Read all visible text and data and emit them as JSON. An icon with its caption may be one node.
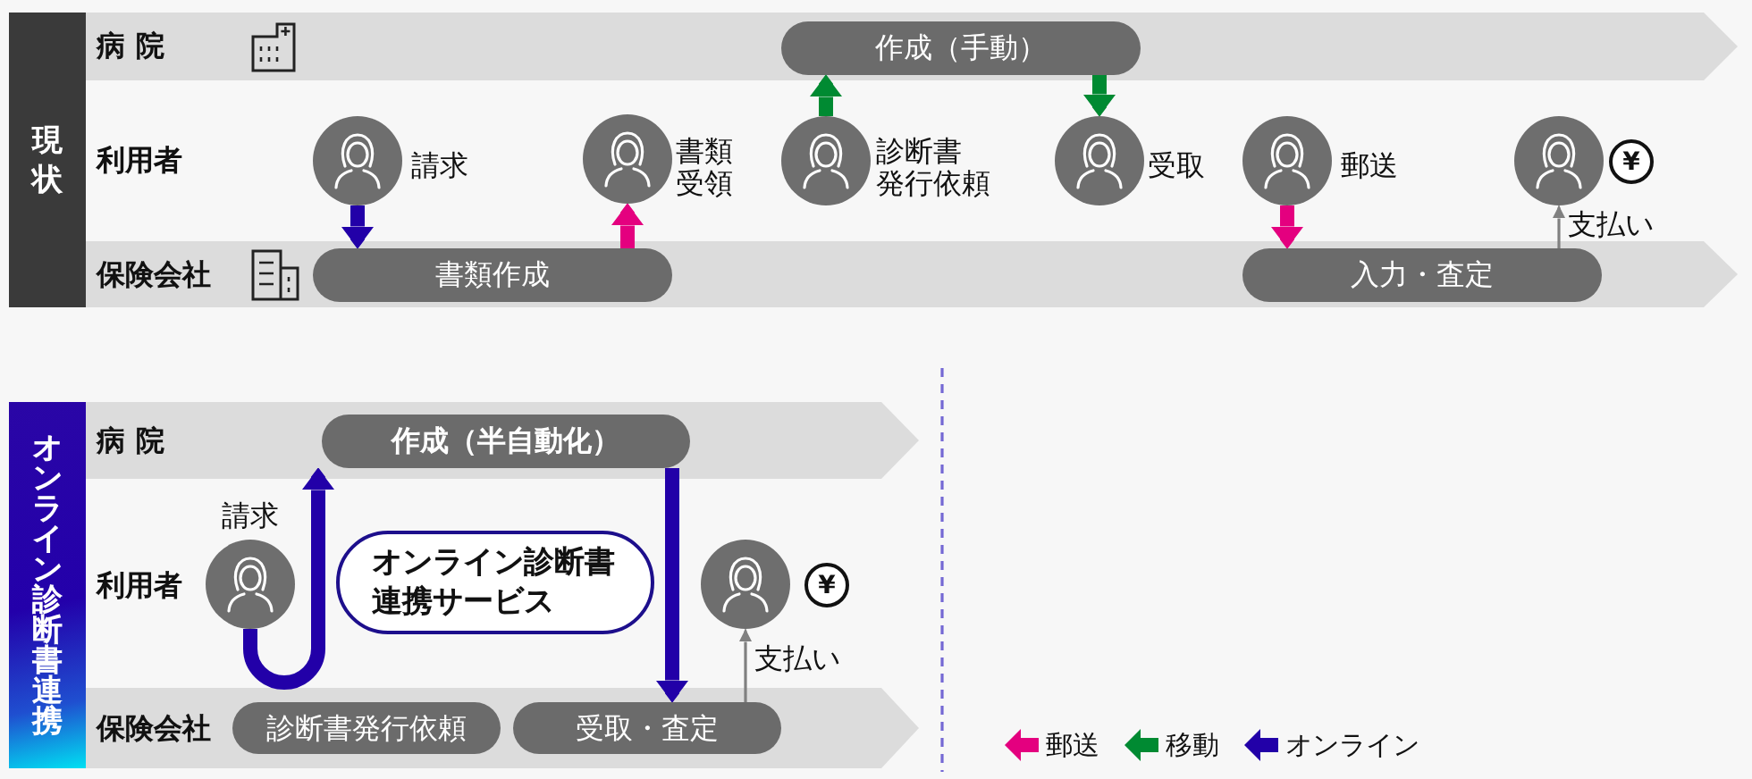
{
  "diagram": {
    "nodes": [
      {
        "text": [
          "現状"
        ]
      },
      {
        "text": [
          "病院"
        ]
      },
      {
        "text": [
          "作成（手動）"
        ],
        "in": 1
      },
      {
        "text": [],
        "shape": "person",
        "beside": [
          "請求"
        ]
      },
      {
        "text": [],
        "shape": "person",
        "beside": [
          "書類受領"
        ]
      },
      {
        "text": [],
        "shape": "person",
        "beside": [
          "診断書発行依頼"
        ]
      },
      {
        "text": [],
        "shape": "person",
        "beside": [
          "受取"
        ]
      },
      {
        "text": [],
        "shape": "person",
        "beside": [
          "郵送"
        ]
      },
      {
        "text": [],
        "shape": "person"
      },
      {
        "text": [
          "¥"
        ]
      },
      {
        "text": [
          "保険会社"
        ]
      },
      {
        "text": [
          "書類作成"
        ],
        "in": 10
      },
      {
        "text": [
          "入力・査定"
        ],
        "in": 10
      },
      {
        "text": [
          "オンライン診断書連携"
        ]
      },
      {
        "text": [
          "病院"
        ]
      },
      {
        "text": [
          "作成（半自動化）"
        ],
        "in": 14
      },
      {
        "text": [],
        "shape": "person",
        "beside": [
          "請求"
        ]
      },
      {
        "text": [
          "オンライン診断書連携サービス"
        ]
      },
      {
        "text": [],
        "shape": "person"
      },
      {
        "text": [
          "¥"
        ]
      },
      {
        "text": [
          "保険会社"
        ]
      },
      {
        "text": [
          "診断書発行依頼"
        ],
        "in": 20
      },
      {
        "text": [
          "受取・査定"
        ],
        "in": 20
      }
    ],
    "edges": [
      {
        "from": 3,
        "to": 11,
        "arrow": "to"
      },
      {
        "from": 11,
        "to": 4,
        "arrow": "to",
        "color": "#e4007f"
      },
      {
        "from": 5,
        "to": 2,
        "arrow": "to",
        "color": "#008a32"
      },
      {
        "from": 2,
        "to": 6,
        "arrow": "to",
        "color": "#008a32"
      },
      {
        "from": 7,
        "to": 12,
        "arrow": "to",
        "color": "#e4007f"
      },
      {
        "from": 12,
        "to": 8,
        "arrow": "to",
        "label": "支払い",
        "color": "#808080"
      },
      {
        "from": 16,
        "to": 15,
        "arrow": "to"
      },
      {
        "from": 15,
        "to": 22,
        "arrow": "to"
      },
      {
        "from": 22,
        "to": 18,
        "arrow": "to",
        "label": "支払い",
        "color": "#808080"
      }
    ],
    "labels": [
      "利用者",
      "利用者"
    ],
    "legend": [
      {
        "text": "郵送",
        "color": "#e4007f"
      },
      {
        "text": "移動",
        "color": "#008a32"
      },
      {
        "text": "オンライン",
        "color": "#2200a8"
      }
    ]
  }
}
